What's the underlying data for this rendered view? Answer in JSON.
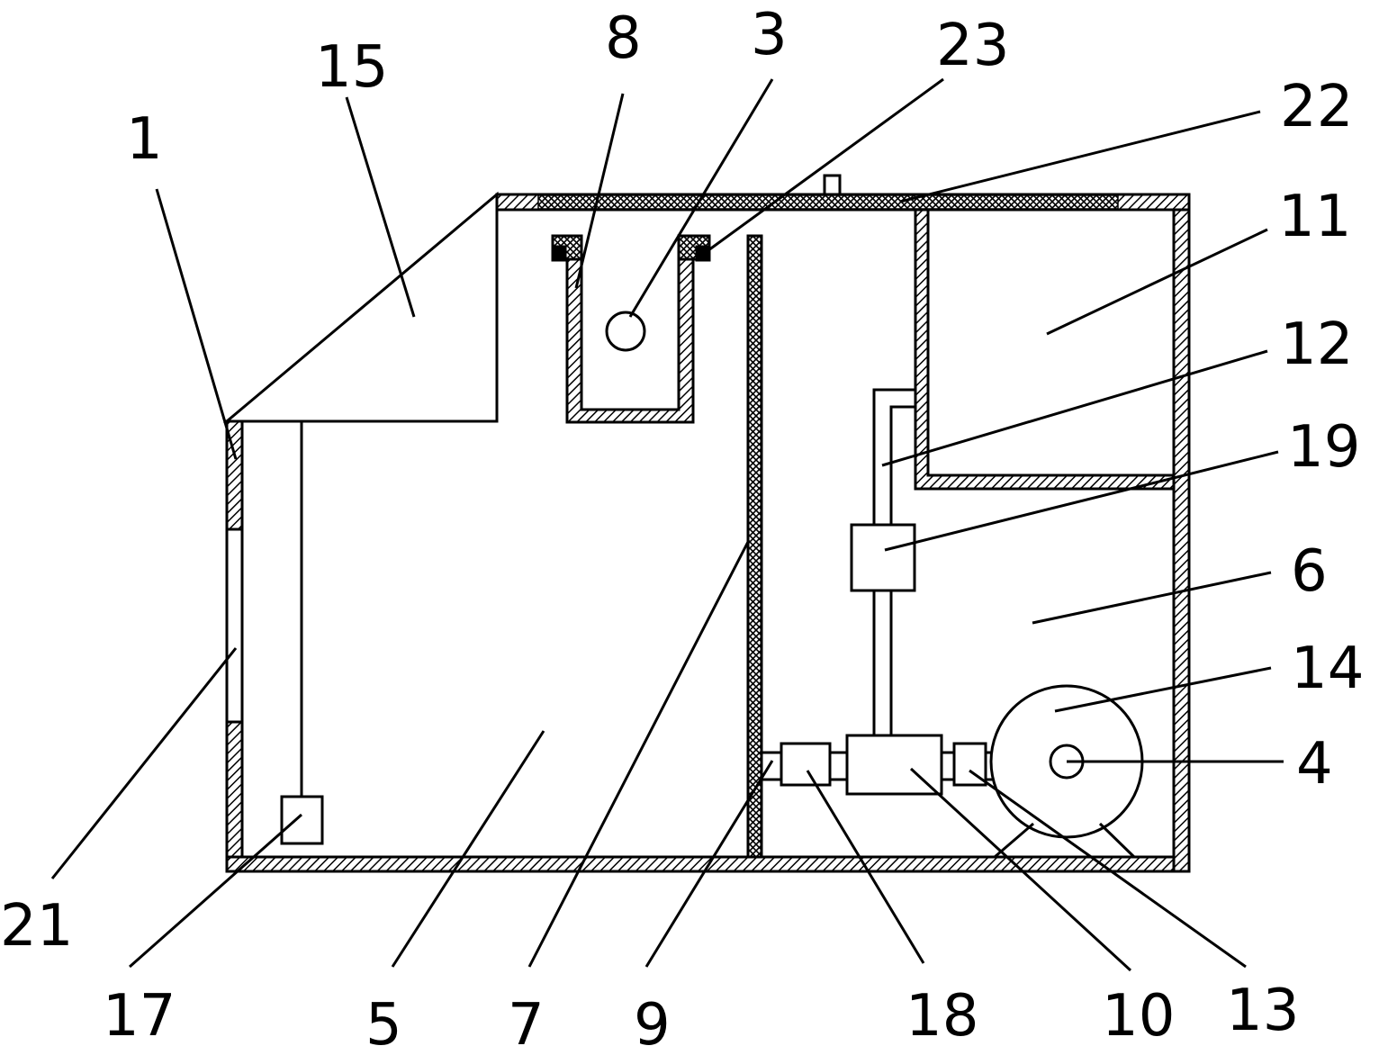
{
  "labels": {
    "l1": "1",
    "l15": "15",
    "l8": "8",
    "l3": "3",
    "l23": "23",
    "l22": "22",
    "l11": "11",
    "l12": "12",
    "l19": "19",
    "l6": "6",
    "l14": "14",
    "l4": "4",
    "l21": "21",
    "l17": "17",
    "l5": "5",
    "l7": "7",
    "l9": "9",
    "l18": "18",
    "l10": "10",
    "l13": "13"
  },
  "colors": {
    "line": "#000000",
    "background": "#ffffff"
  }
}
